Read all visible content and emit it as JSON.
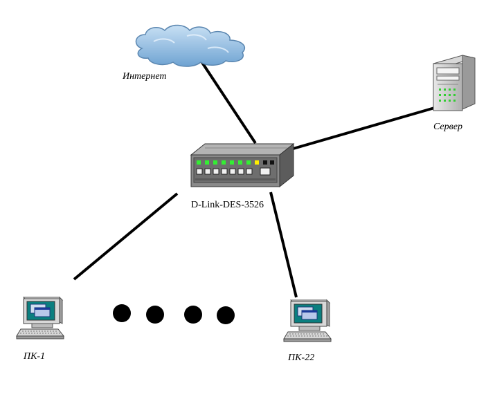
{
  "nodes": {
    "internet": {
      "label": "Интернет",
      "icon": "cloud-icon"
    },
    "server": {
      "label": "Сервер",
      "icon": "server-tower-icon"
    },
    "switch": {
      "label": "D-Link-DES-3526",
      "icon": "network-switch-icon"
    },
    "pc1": {
      "label": "ПК-1",
      "icon": "desktop-computer-icon"
    },
    "pc22": {
      "label": "ПК-22",
      "icon": "desktop-computer-icon"
    }
  },
  "ellipsis_dots": 4,
  "colors": {
    "line": "#000000",
    "cloud": "#9cc3e6",
    "switch_body": "#8a8a8a",
    "led_green": "#33ee33",
    "led_yellow": "#ffee00",
    "screen": "#0b7f7f"
  }
}
